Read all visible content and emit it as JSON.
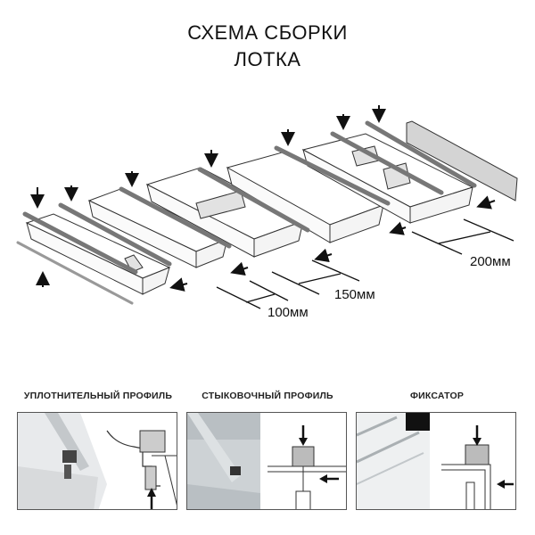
{
  "header": {
    "title_line1": "СХЕМА СБОРКИ",
    "title_line2": "ЛОТКА"
  },
  "dimensions": {
    "d100": "100мм",
    "d150": "150мм",
    "d200": "200мм"
  },
  "panels": [
    {
      "title": "УПЛОТНИТЕЛЬНЫЙ ПРОФИЛЬ"
    },
    {
      "title": "СТЫКОВОЧНЫЙ ПРОФИЛЬ"
    },
    {
      "title": "ФИКСАТОР"
    }
  ],
  "colors": {
    "line": "#222222",
    "profile": "#8a8a8a",
    "tray_fill": "#ffffff",
    "divider_fill": "#e2e2e2",
    "photo_gray": "#c9cdd0"
  }
}
